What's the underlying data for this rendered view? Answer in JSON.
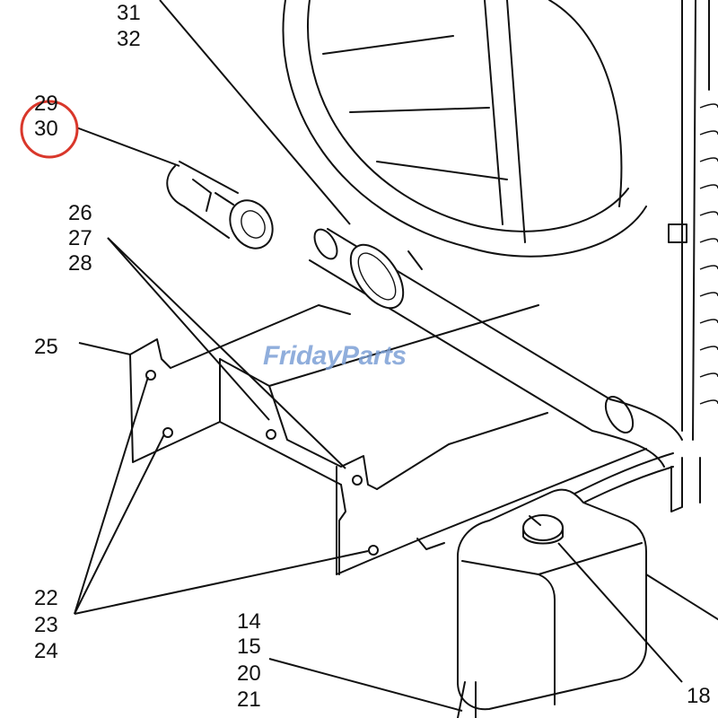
{
  "labels": {
    "l31": "31",
    "l32": "32",
    "l29": "29",
    "l30": "30",
    "l26": "26",
    "l27": "27",
    "l28": "28",
    "l25": "25",
    "l22": "22",
    "l23": "23",
    "l24": "24",
    "l14": "14",
    "l15": "15",
    "l20": "20",
    "l21": "21",
    "l18": "18"
  },
  "watermark": "FridayParts",
  "colors": {
    "highlight_circle": "#d9372b",
    "watermark": "#7da1d6",
    "line": "#111111"
  }
}
